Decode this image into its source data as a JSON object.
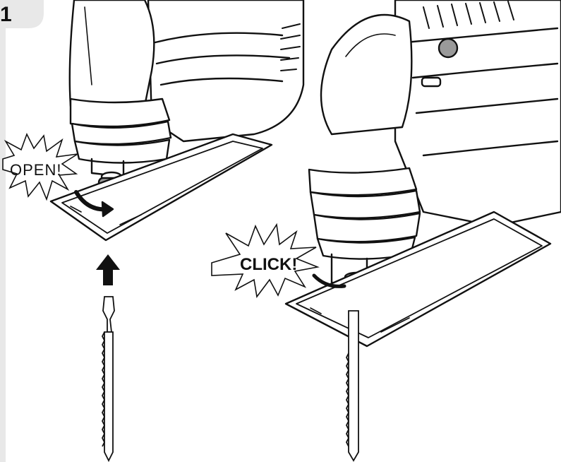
{
  "step": {
    "number": "1"
  },
  "callouts": {
    "open_label": "OPEN!",
    "click_label": "CLICK!"
  },
  "colors": {
    "panel": "#e8e8e8",
    "line": "#111111",
    "fill": "#ffffff",
    "shade": "#9a9a9a"
  }
}
